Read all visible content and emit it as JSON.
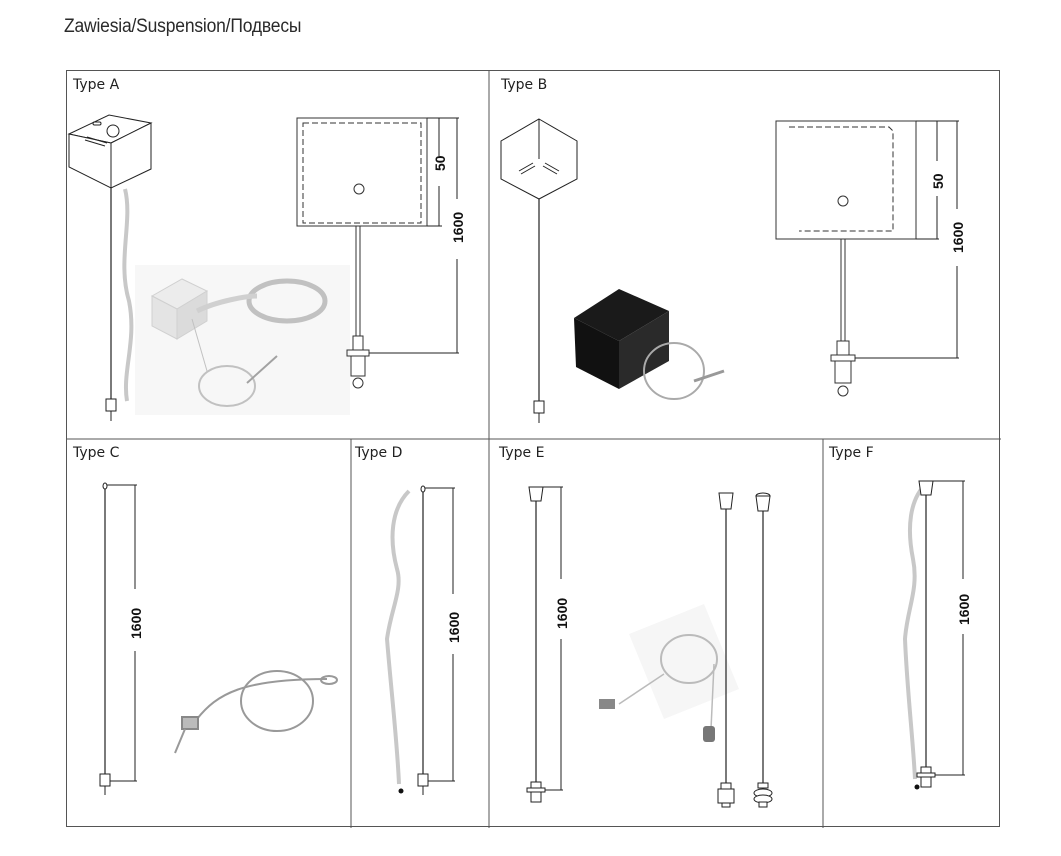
{
  "page": {
    "title": "Zawiesia/Suspension/Подвесы"
  },
  "types": [
    {
      "label": "Type A",
      "dims": [
        "50",
        "1600"
      ]
    },
    {
      "label": "Type B",
      "dims": [
        "50",
        "1600"
      ]
    },
    {
      "label": "Type C",
      "dims": [
        "1600"
      ]
    },
    {
      "label": "Type D",
      "dims": [
        "1600"
      ]
    },
    {
      "label": "Type E",
      "dims": [
        "1600"
      ]
    },
    {
      "label": "Type F",
      "dims": [
        "1600"
      ]
    }
  ],
  "colors": {
    "border": "#555555",
    "line": "#222222",
    "cable_grey": "#cccccc",
    "box_black": "#111111"
  }
}
